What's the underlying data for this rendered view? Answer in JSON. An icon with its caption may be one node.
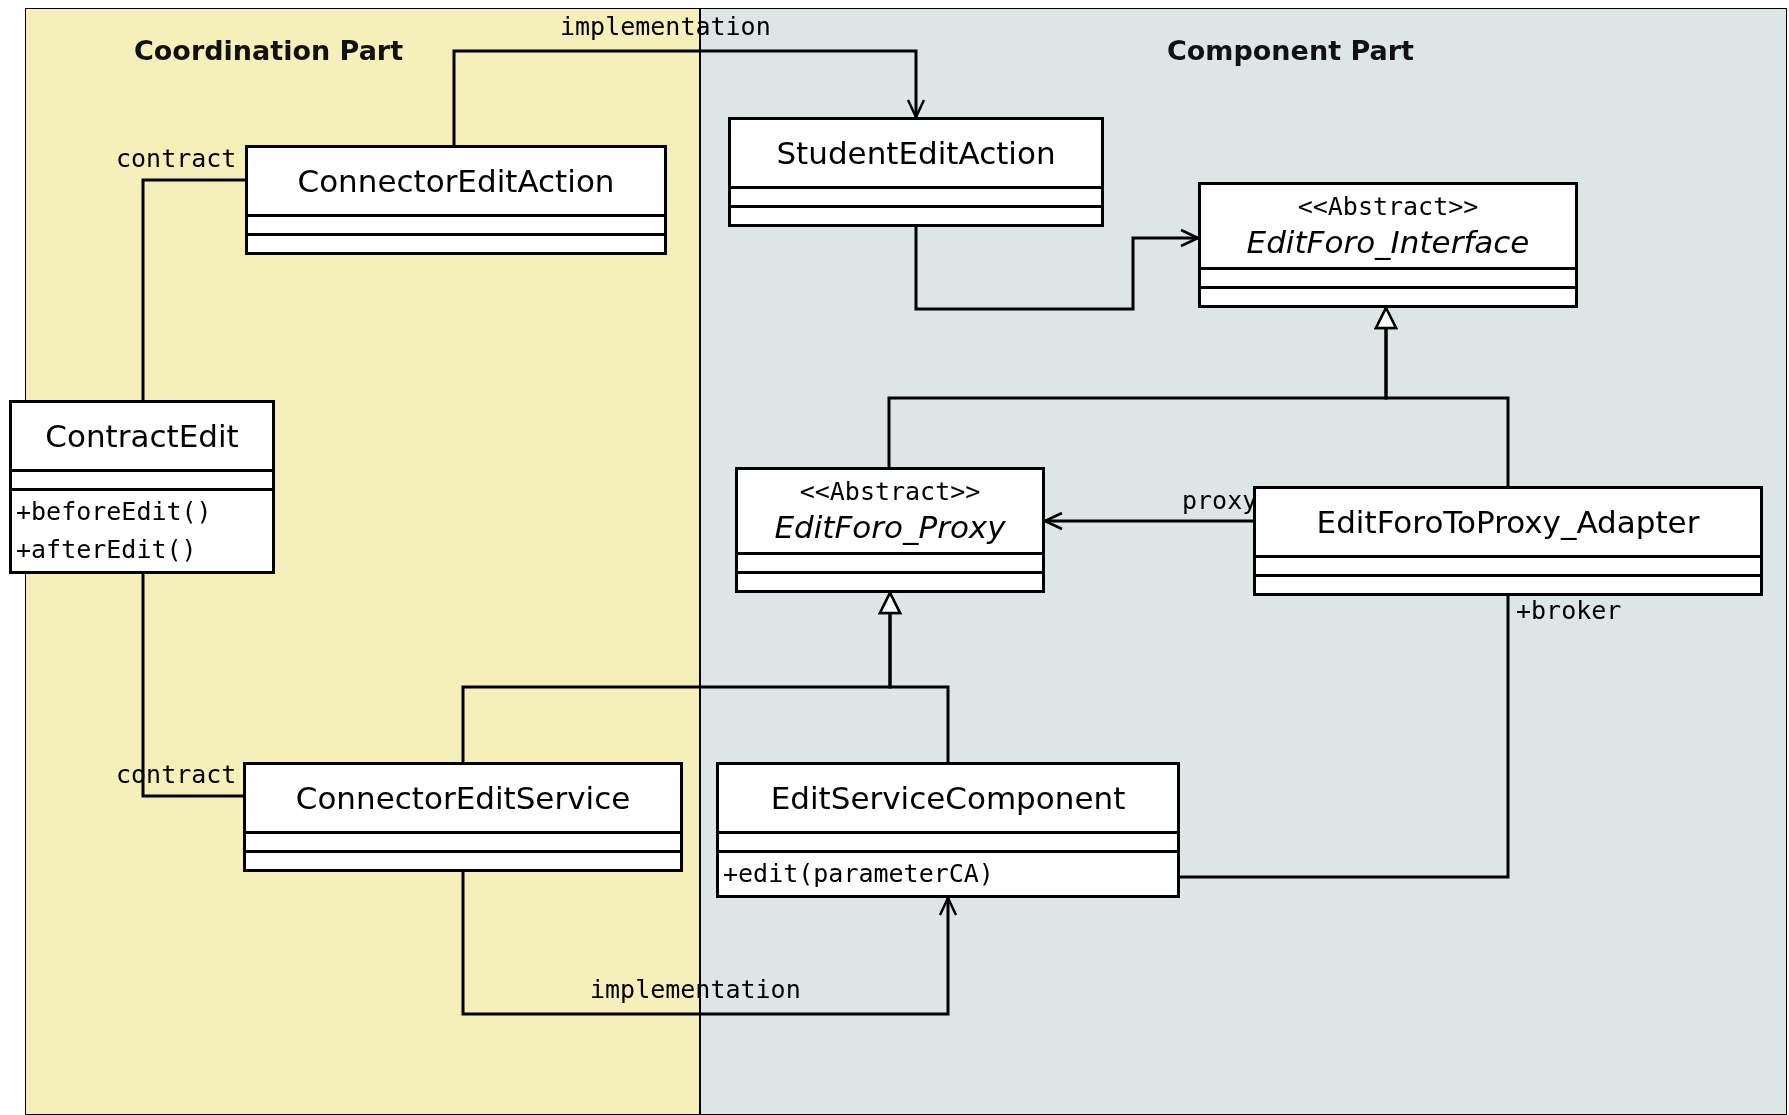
{
  "diagram": {
    "nodes": [
      {
        "text": [
          "Coordination Part"
        ]
      },
      {
        "text": [
          "Component Part"
        ]
      },
      {
        "text": [
          "ConnectorEditAction"
        ],
        "in": 0
      },
      {
        "text": [
          "StudentEditAction"
        ],
        "in": 1
      },
      {
        "text": [
          "<<Abstract>>",
          "EditForo_Interface"
        ],
        "in": 1
      },
      {
        "text": [
          "ContractEdit",
          "+beforeEdit()",
          "+afterEdit()"
        ]
      },
      {
        "text": [
          "<<Abstract>>",
          "EditForo_Proxy"
        ],
        "in": 1
      },
      {
        "text": [
          "EditForoToProxy_Adapter"
        ],
        "in": 1
      },
      {
        "text": [
          "ConnectorEditService"
        ],
        "in": 0
      },
      {
        "text": [
          "EditServiceComponent",
          "+edit(parameterCA)"
        ],
        "in": 1
      }
    ],
    "edges": [
      {
        "from": 2,
        "to": 3,
        "arrow": "to",
        "label": "implementation"
      },
      {
        "from": 5,
        "to": 2,
        "arrow": "none",
        "label": "contract"
      },
      {
        "from": 5,
        "to": 8,
        "arrow": "none",
        "label": "contract"
      },
      {
        "from": 3,
        "to": 4,
        "arrow": "to"
      },
      {
        "from": 6,
        "to": 4,
        "arrow": "to"
      },
      {
        "from": 7,
        "to": 4,
        "arrow": "to"
      },
      {
        "from": 7,
        "to": 6,
        "arrow": "to",
        "label": "proxy"
      },
      {
        "from": 8,
        "to": 6,
        "arrow": "to"
      },
      {
        "from": 9,
        "to": 6,
        "arrow": "to"
      },
      {
        "from": 8,
        "to": 9,
        "arrow": "to",
        "label": "implementation"
      },
      {
        "from": 9,
        "to": 7,
        "arrow": "none",
        "label": "+broker"
      }
    ]
  }
}
